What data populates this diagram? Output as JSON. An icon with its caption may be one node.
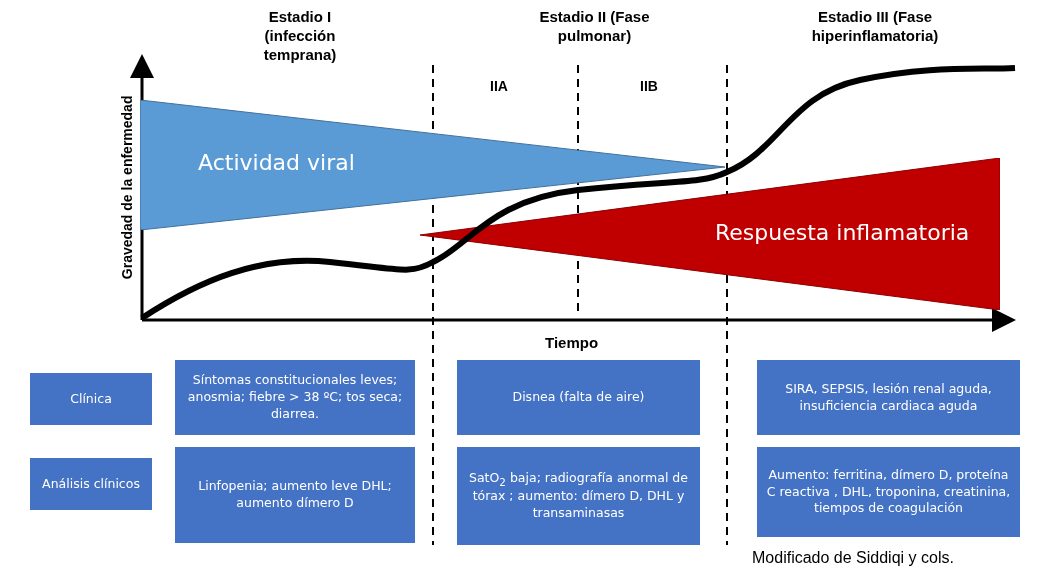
{
  "diagram": {
    "caption": "Modificado de Siddiqi y cols.",
    "nodes": [
      {
        "text": [
          "Actividad viral"
        ]
      },
      {
        "text": [
          "Respuesta inflamatoria"
        ]
      },
      {
        "text": [
          "Clínica"
        ]
      },
      {
        "text": [
          "Síntomas constitucionales leves; anosmia; fiebre > 38 ºC; tos seca; diarrea."
        ]
      },
      {
        "text": [
          "Disnea (falta de aire)"
        ]
      },
      {
        "text": [
          "SIRA, SEPSIS, lesión renal aguda, insuficiencia cardiaca aguda"
        ]
      },
      {
        "text": [
          "Análisis clínicos"
        ]
      },
      {
        "text": [
          "Linfopenia; aumento leve DHL; aumento dímero D"
        ]
      },
      {
        "text": [
          "SatO$_{2}$ baja; radiografía anormal de tórax ; aumento: dímero D, DHL y transaminasas"
        ]
      },
      {
        "text": [
          "Aumento: ferritina, dímero D, proteína C reactiva , DHL, troponina, creatinina, tiempos de coagulación"
        ]
      }
    ],
    "edges": [],
    "labels": [
      "Estadio I (infección temprana)",
      "Estadio II (Fase pulmonar)",
      "Estadio III (Fase hiperinflamatoria)",
      "IIA",
      "IIB",
      "Gravedad de la enfermedad",
      "Tiempo"
    ]
  }
}
